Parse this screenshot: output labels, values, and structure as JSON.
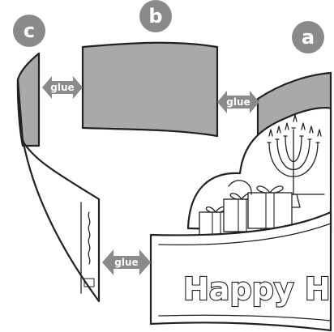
{
  "labels": {
    "badge_a": "a",
    "badge_b": "b",
    "badge_c": "c",
    "glue_left": "glue",
    "glue_mid": "glue",
    "glue_bottom": "glue",
    "greeting": "Happy H"
  },
  "colors": {
    "badge_fill": "#8a8a8c",
    "panel_gray": "#a9a9ab",
    "outline": "#222222"
  }
}
